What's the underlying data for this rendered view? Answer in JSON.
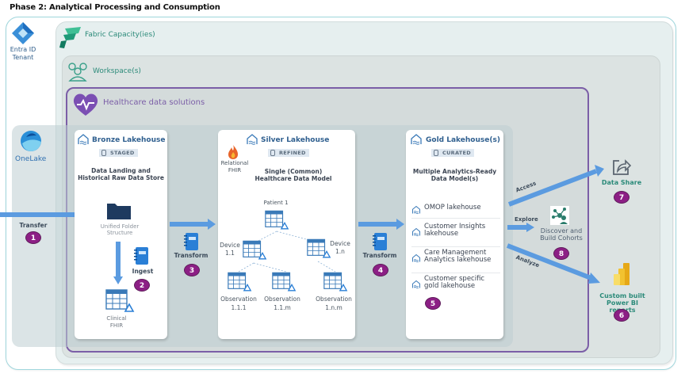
{
  "title": "Phase 2: Analytical Processing and Consumption",
  "tenant": {
    "label_line1": "Entra ID",
    "label_line2": "Tenant",
    "icon": "entra-id-icon"
  },
  "fabric": {
    "label": "Fabric Capacity(ies)",
    "icon": "fabric-icon"
  },
  "workspace": {
    "label": "Workspace(s)",
    "icon": "workspace-people-icon"
  },
  "hds": {
    "label": "Healthcare data solutions",
    "icon": "heart-pulse-icon"
  },
  "onelake": {
    "label": "OneLake",
    "icon": "onelake-icon"
  },
  "colors": {
    "accent_purple": "#7b5ea7",
    "step_badge": "#8c1f85",
    "arrow_blue": "#5b9be0",
    "title_blue": "#2f5f8f",
    "teal": "#2b8a79"
  },
  "transfer": {
    "label": "Transfer",
    "step": "1"
  },
  "bronze": {
    "title": "Bronze Lakehouse",
    "badge": "STAGED",
    "description_line1": "Data Landing and",
    "description_line2": "Historical Raw Data Store",
    "folder_label_line1": "Unified Folder",
    "folder_label_line2": "Structure",
    "ingest_label": "Ingest",
    "ingest_step": "2",
    "table_label_line1": "Clinical",
    "table_label_line2": "FHIR"
  },
  "transform1": {
    "label": "Transform",
    "step": "3"
  },
  "silver": {
    "title": "Silver Lakehouse",
    "badge": "REFINED",
    "relational_line1": "Relational",
    "relational_line2": "FHIR",
    "description_line1": "Single (Common)",
    "description_line2": "Healthcare Data Model",
    "tree": {
      "root": "Patient 1",
      "device_left_line1": "Device",
      "device_left_line2": "1.1",
      "device_right_line1": "Device",
      "device_right_line2": "1.n",
      "observations": [
        {
          "line1": "Observation",
          "line2": "1.1.1"
        },
        {
          "line1": "Observation",
          "line2": "1.1.m"
        },
        {
          "line1": "Observation",
          "line2": "1.n.m"
        }
      ]
    }
  },
  "transform2": {
    "label": "Transform",
    "step": "4"
  },
  "gold": {
    "title": "Gold Lakehouse(s)",
    "badge": "CURATED",
    "description_line1": "Multiple Analytics-Ready",
    "description_line2": "Data Model(s)",
    "items": [
      {
        "line1": "OMOP lakehouse",
        "line2": ""
      },
      {
        "line1": "Customer Insights",
        "line2": "lakehouse"
      },
      {
        "line1": "Care Management",
        "line2": "Analytics lakehouse"
      },
      {
        "line1": "Customer specific",
        "line2": "gold lakehouse"
      }
    ],
    "step": "5"
  },
  "flows": {
    "access": "Access",
    "explore": "Explore",
    "analyze": "Analyze"
  },
  "consumers": {
    "data_share": {
      "label": "Data Share",
      "step": "7"
    },
    "cohorts": {
      "line1": "Discover and",
      "line2": "Build Cohorts",
      "step": "8"
    },
    "powerbi": {
      "line1": "Custom built",
      "line2": "Power BI reports",
      "step": "6"
    }
  }
}
